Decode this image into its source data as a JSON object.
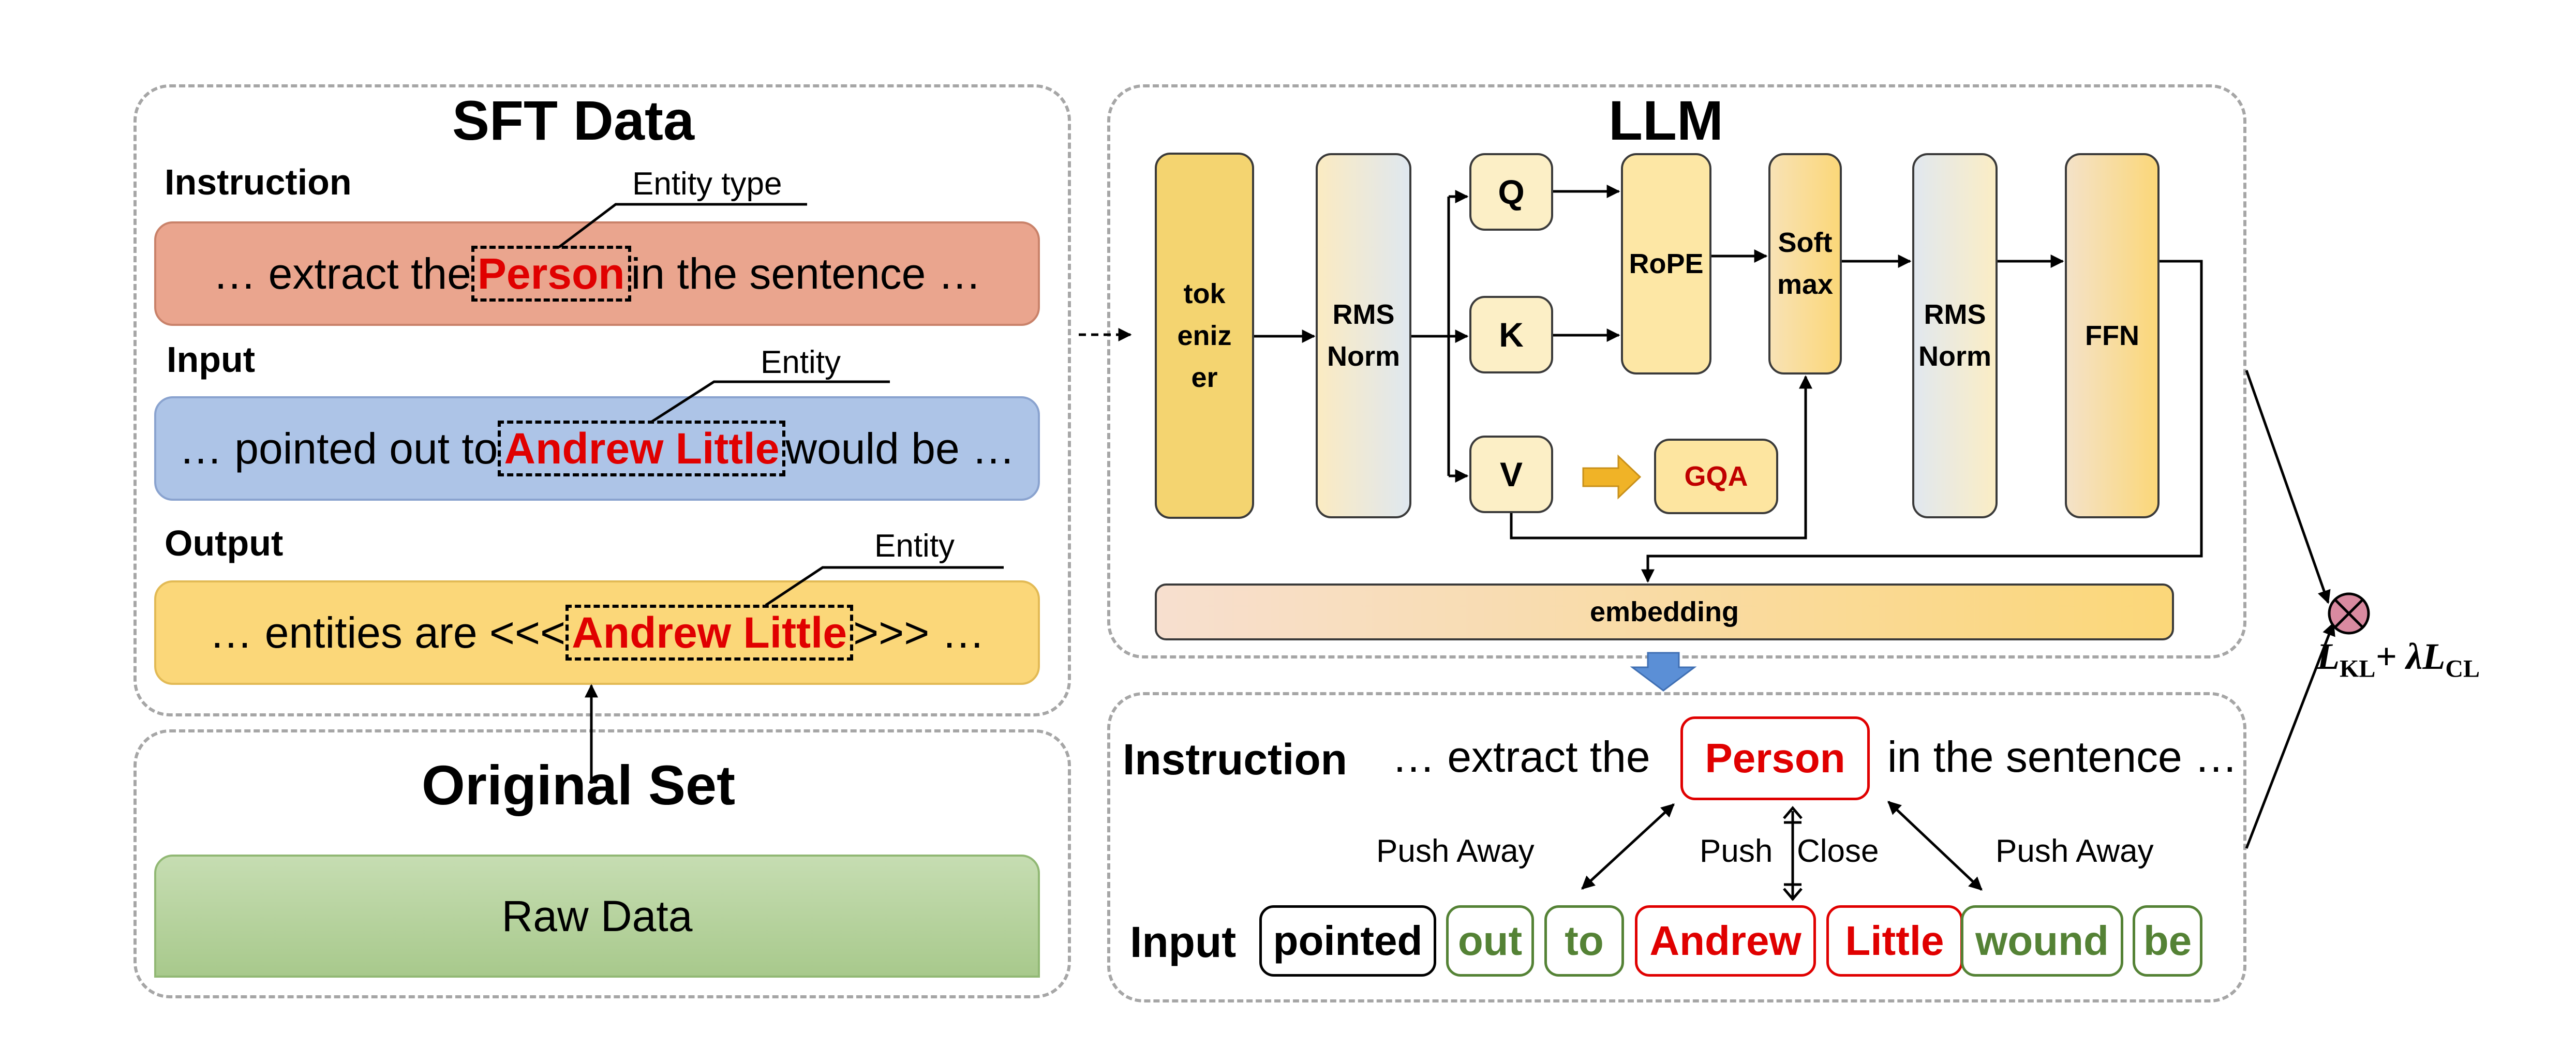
{
  "sft": {
    "title": "SFT Data",
    "instruction_label": "Instruction",
    "instruction_pre": "… extract the",
    "instruction_entity": "Person",
    "instruction_post": "in the sentence …",
    "instruction_callout": "Entity type",
    "input_label": "Input",
    "input_pre": "… pointed out to",
    "input_entity": "Andrew Little",
    "input_post": "would be …",
    "input_callout": "Entity",
    "output_label": "Output",
    "output_pre": "… entities are <<<",
    "output_entity": "Andrew Little",
    "output_post": ">>> …",
    "output_callout": "Entity"
  },
  "original": {
    "title": "Original Set",
    "raw_data": "Raw Data"
  },
  "llm": {
    "title": "LLM",
    "tokenizer": "tok\neniz\ner",
    "rms_norm_1": "RMS\nNorm",
    "q": "Q",
    "k": "K",
    "v": "V",
    "rope": "RoPE",
    "softmax": "Soft\nmax",
    "rms_norm_2": "RMS\nNorm",
    "ffn": "FFN",
    "gqa": "GQA",
    "embedding": "embedding"
  },
  "contrastive": {
    "instruction_label": "Instruction",
    "instruction_pre": "… extract the",
    "instruction_entity": "Person",
    "instruction_post": "in the sentence …",
    "push_away_left": "Push Away",
    "push": "Push",
    "close": "Close",
    "push_away_right": "Push Away",
    "input_label": "Input",
    "tokens": [
      "pointed",
      "out",
      "to",
      "Andrew",
      "Little",
      "wound",
      "be"
    ]
  },
  "loss": {
    "formula_prefix": "L",
    "formula_sub1": "KL",
    "formula_mid": "+ λL",
    "formula_sub2": "CL"
  },
  "colors": {
    "instruction_bar": "#eaa58e",
    "input_bar": "#adc4e7",
    "output_bar": "#fbd779",
    "raw_data_bar": "#b4d19a",
    "entity_red": "#e00000",
    "token_green": "#548235",
    "tokenizer_fill": "#f4d470",
    "panel_border": "#a6a6a6",
    "arrow_blue": "#5b8fd6",
    "arrow_gold": "#f0b327",
    "loss_node": "#d98aa0"
  }
}
